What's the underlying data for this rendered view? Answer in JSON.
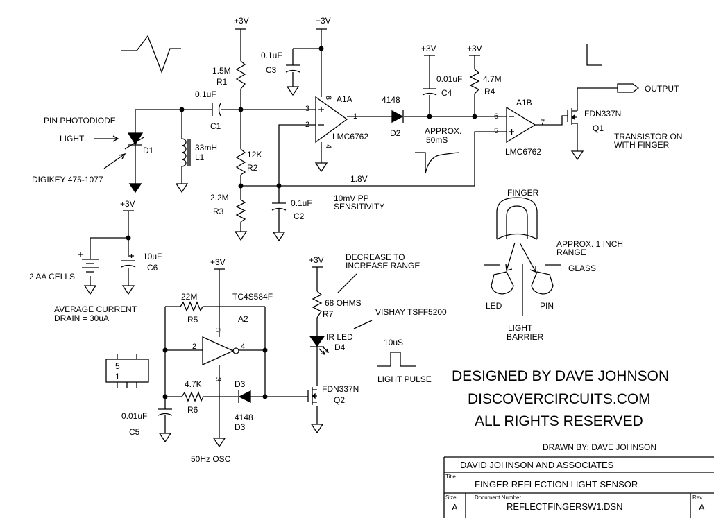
{
  "schematic": {
    "parts": {
      "d1": {
        "ref": "D1",
        "name": "PIN PHOTODIODE",
        "input": "LIGHT",
        "part": "DIGIKEY 475-1077"
      },
      "l1": {
        "ref": "L1",
        "value": "33mH"
      },
      "c1": {
        "ref": "C1",
        "value": "0.1uF"
      },
      "r1": {
        "ref": "R1",
        "value": "1.5M"
      },
      "r2": {
        "ref": "R2",
        "value": "12K"
      },
      "r3": {
        "ref": "R3",
        "value": "2.2M"
      },
      "c2": {
        "ref": "C2",
        "value": "0.1uF"
      },
      "c3": {
        "ref": "C3",
        "value": "0.1uF"
      },
      "a1a": {
        "ref": "A1A",
        "part": "LMC6762",
        "pin_plus": "3",
        "pin_minus": "2",
        "pin_out": "1",
        "pin_vcc": "8",
        "pin_gnd": "4"
      },
      "d2": {
        "ref": "D2",
        "part": "4148"
      },
      "c4": {
        "ref": "C4",
        "value": "0.01uF"
      },
      "r4": {
        "ref": "R4",
        "value": "4.7M"
      },
      "a1b": {
        "ref": "A1B",
        "part": "LMC6762",
        "pin_minus": "6",
        "pin_plus": "5",
        "pin_out": "7"
      },
      "q1": {
        "ref": "Q1",
        "part": "FDN337N"
      },
      "c6": {
        "ref": "C6",
        "value": "10uF"
      },
      "r5": {
        "ref": "R5",
        "value": "22M"
      },
      "a2": {
        "ref": "A2",
        "part": "TC4S584F",
        "pin_in": "2",
        "pin_out": "4",
        "pin_vcc": "5",
        "pin_gnd": "3"
      },
      "r6": {
        "ref": "R6",
        "value": "4.7K"
      },
      "d3": {
        "ref": "D3",
        "part": "4148"
      },
      "c5": {
        "ref": "C5",
        "value": "0.01uF"
      },
      "r7": {
        "ref": "R7",
        "value": "68 OHMS"
      },
      "d4": {
        "ref": "D4",
        "name": "IR LED"
      },
      "q2": {
        "ref": "Q2",
        "part": "FDN337N"
      }
    },
    "supply": "+3V",
    "output_label": "OUTPUT",
    "bias_label": "1.8V",
    "notes": {
      "sensitivity": [
        "10mV PP",
        "SENSITIVITY"
      ],
      "decay": [
        "APPROX.",
        "50mS"
      ],
      "transistor": [
        "TRANSISTOR ON",
        "WITH FINGER"
      ],
      "battery": "2 AA CELLS",
      "current": [
        "AVERAGE CURRENT",
        "DRAIN = 30uA"
      ],
      "osc": "50Hz OSC",
      "range": [
        "DECREASE TO",
        "INCREASE RANGE"
      ],
      "led_part": "VISHAY TSFF5200",
      "pulse_width": "10uS",
      "pulse": "LIGHT PULSE",
      "package_pins": [
        "5",
        "1"
      ]
    },
    "inset": {
      "finger": "FINGER",
      "range": [
        "APPROX. 1 INCH",
        "RANGE"
      ],
      "glass": "GLASS",
      "led": "LED",
      "pin": "PIN",
      "barrier": [
        "LIGHT",
        "BARRIER"
      ]
    },
    "credits": [
      "DESIGNED BY DAVE JOHNSON",
      "DISCOVERCIRCUITS.COM",
      "ALL RIGHTS RESERVED"
    ],
    "drawn_by": "DRAWN BY:  DAVE JOHNSON"
  },
  "title_block": {
    "company": "DAVID JOHNSON AND ASSOCIATES",
    "title_label": "Title",
    "title": "FINGER REFLECTION LIGHT SENSOR",
    "size_label": "Size",
    "size": "A",
    "doc_label": "Document Number",
    "doc": "REFLECTFINGERSW1.DSN",
    "rev_label": "Rev",
    "rev": "A"
  }
}
